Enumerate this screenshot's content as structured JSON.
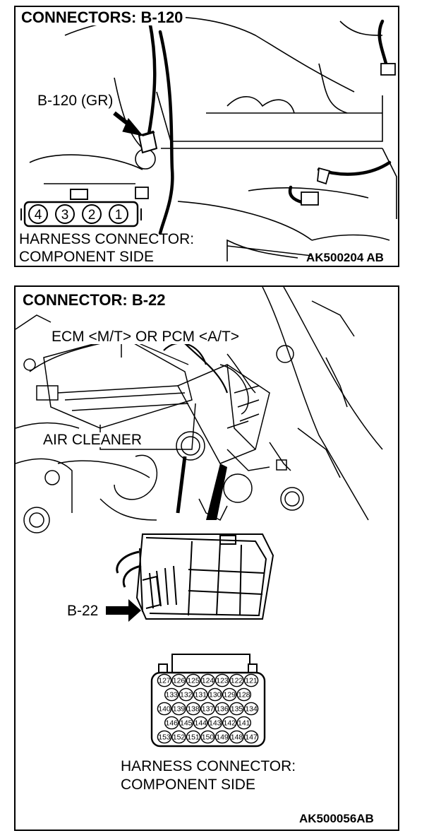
{
  "top": {
    "title": "CONNECTORS: B-120",
    "callout": "B-120 (GR)",
    "pins": [
      "4",
      "3",
      "2",
      "1"
    ],
    "harness_line1": "HARNESS CONNECTOR:",
    "harness_line2": "COMPONENT SIDE",
    "figure_id": "AK500204 AB"
  },
  "bottom": {
    "title": "CONNECTOR: B-22",
    "module_label": "ECM <M/T> OR PCM <A/T>",
    "air_cleaner_label": "AIR CLEANER",
    "callout": "B-22",
    "pin_rows": [
      [
        "127",
        "126",
        "125",
        "124",
        "123",
        "122",
        "121"
      ],
      [
        "133",
        "132",
        "131",
        "130",
        "129",
        "128"
      ],
      [
        "140",
        "139",
        "138",
        "137",
        "136",
        "135",
        "134"
      ],
      [
        "146",
        "145",
        "144",
        "143",
        "142",
        "141"
      ],
      [
        "153",
        "152",
        "151",
        "150",
        "149",
        "148",
        "147"
      ]
    ],
    "harness_line1": "HARNESS CONNECTOR:",
    "harness_line2": "COMPONENT SIDE",
    "figure_id": "AK500056AB"
  }
}
